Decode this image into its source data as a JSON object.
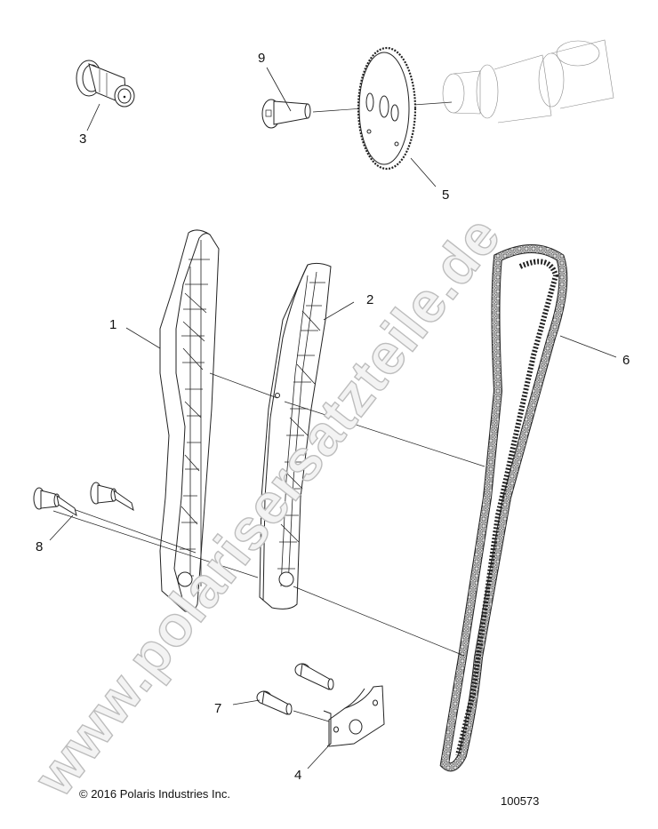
{
  "diagram": {
    "type": "exploded-parts-diagram",
    "subject": "Cam chain / timing components",
    "parts": [
      {
        "callout": "1",
        "name": "chain-guide-fixed"
      },
      {
        "callout": "2",
        "name": "chain-tensioner-guide"
      },
      {
        "callout": "3",
        "name": "tensioner-plunger"
      },
      {
        "callout": "4",
        "name": "guide-bracket"
      },
      {
        "callout": "5",
        "name": "cam-sprocket"
      },
      {
        "callout": "6",
        "name": "timing-chain"
      },
      {
        "callout": "7",
        "name": "flange-bolt"
      },
      {
        "callout": "8",
        "name": "pivot-bolts"
      },
      {
        "callout": "9",
        "name": "sprocket-screw"
      }
    ]
  },
  "callouts": {
    "c1": "1",
    "c2": "2",
    "c3": "3",
    "c4": "4",
    "c5": "5",
    "c6": "6",
    "c7": "7",
    "c8": "8",
    "c9": "9"
  },
  "footer": {
    "copyright": "© 2016 Polaris Industries Inc.",
    "figure_number": "100573"
  },
  "watermark": {
    "text": "www.polarisersatzteile.de",
    "color": "#c8c8c8"
  },
  "colors": {
    "line": "#222222",
    "background": "#ffffff",
    "watermark_fill": "#f2f2f2"
  }
}
